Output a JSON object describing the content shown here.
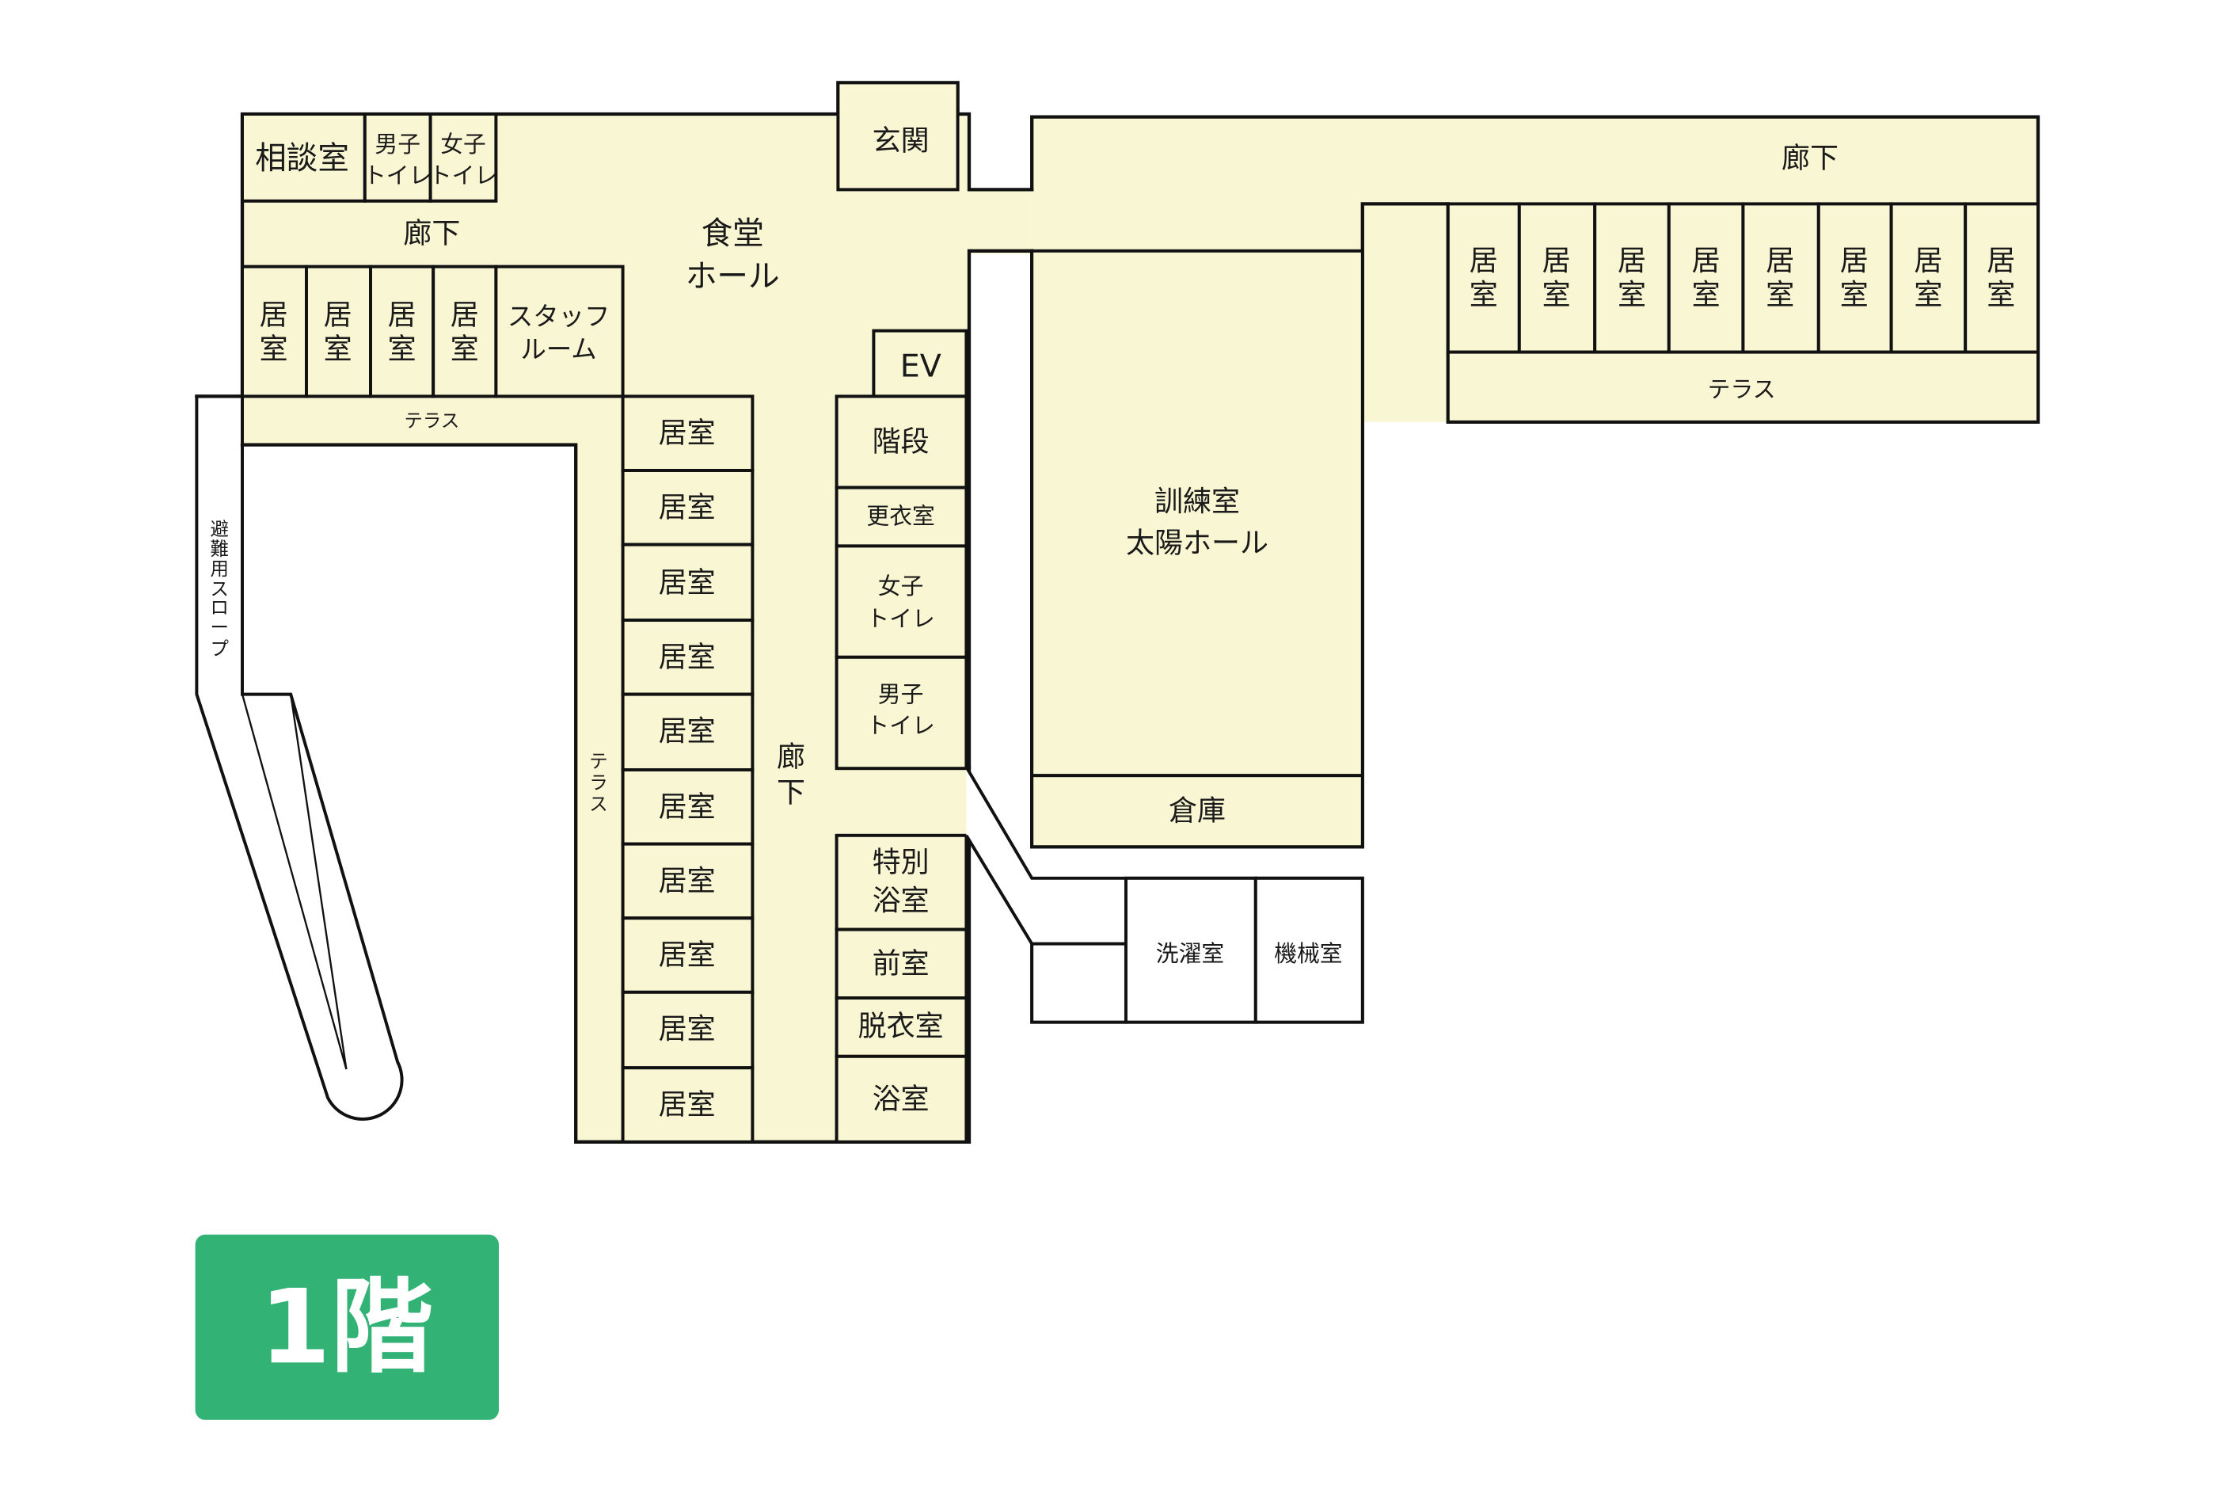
{
  "floor_label": "1階",
  "colors": {
    "room_fill": "#f9f6d3",
    "wall": "#111111",
    "badge": "#32b275",
    "badge_text": "#ffffff"
  },
  "rooms": {
    "sodanshitsu": "相談室",
    "danshi_toilet_top": [
      "男子",
      "トイレ"
    ],
    "joshi_toilet_top": [
      "女子",
      "トイレ"
    ],
    "genkan": "玄関",
    "roka_left": "廊下",
    "shokudo_hall": [
      "食堂",
      "ホール"
    ],
    "left_kyoshitsu": [
      [
        "居",
        "室"
      ],
      [
        "居",
        "室"
      ],
      [
        "居",
        "室"
      ],
      [
        "居",
        "室"
      ]
    ],
    "staff_room": [
      "スタッフ",
      "ルーム"
    ],
    "terrace_left": "テラス",
    "evacuation_slope": [
      "避",
      "難",
      "用",
      "ス",
      "ロ",
      "ー",
      "プ"
    ],
    "middle_kyoshitsu": [
      "居室",
      "居室",
      "居室",
      "居室",
      "居室",
      "居室",
      "居室",
      "居室",
      "居室",
      "居室"
    ],
    "terrace_vertical": [
      "テ",
      "ラ",
      "ス"
    ],
    "roka_center": [
      "廊",
      "下"
    ],
    "ev": "EV",
    "kaidan": "階段",
    "koishitsu": "更衣室",
    "joshi_toilet": [
      "女子",
      "トイレ"
    ],
    "danshi_toilet": [
      "男子",
      "トイレ"
    ],
    "tokubetsu_yokushitsu": [
      "特別",
      "浴室"
    ],
    "zenshitsu": "前室",
    "datsuishitsu": "脱衣室",
    "yokushitsu": "浴室",
    "roka_right": "廊下",
    "kunrenshitsu": [
      "訓練室",
      "太陽ホール"
    ],
    "soko": "倉庫",
    "right_kyoshitsu": [
      [
        "居",
        "室"
      ],
      [
        "居",
        "室"
      ],
      [
        "居",
        "室"
      ],
      [
        "居",
        "室"
      ],
      [
        "居",
        "室"
      ],
      [
        "居",
        "室"
      ],
      [
        "居",
        "室"
      ],
      [
        "居",
        "室"
      ]
    ],
    "terrace_right": "テラス",
    "sentakushitsu": "洗濯室",
    "kikaishitsu": "機械室"
  }
}
